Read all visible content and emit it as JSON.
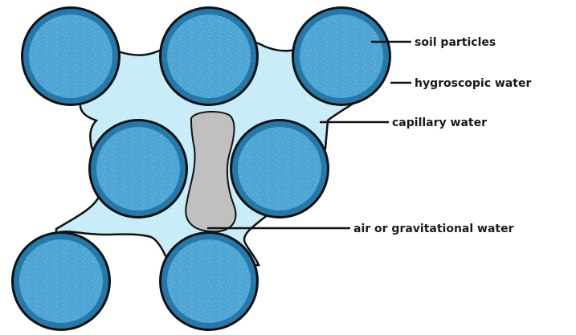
{
  "diagram": {
    "labels": {
      "soil_particles": "soil particles",
      "hygroscopic_water": "hygroscopic water",
      "capillary_water": "capillary water",
      "air_or_gravitational_water": "air or gravitational water"
    },
    "colors": {
      "particle_fill": "#4aa8d8",
      "particle_ring": "#2478aa",
      "particle_outline": "#111111",
      "capillary_water": "#c9ecf9",
      "air_pocket": "#c0c0c0",
      "speckle": "#8a9eb0"
    }
  }
}
